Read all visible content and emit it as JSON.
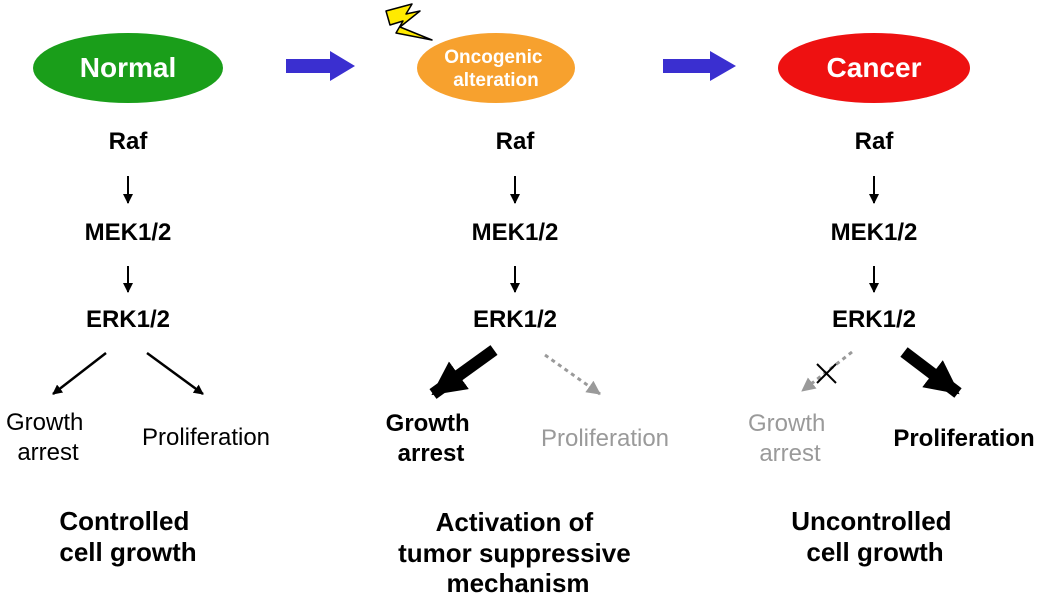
{
  "colors": {
    "normal": "#1a9e1a",
    "oncogenic": "#f7a12e",
    "cancer": "#ee1111",
    "transition_arrow": "#3a2fd0",
    "bolt": "#ffea00",
    "faded": "#9a9a9a",
    "text": "#000000"
  },
  "columns": [
    {
      "state_label": "Normal",
      "pathway": [
        "Raf",
        "MEK1/2",
        "ERK1/2"
      ],
      "outcome_left": [
        "Growth",
        "arrest"
      ],
      "outcome_right": [
        "Proliferation"
      ],
      "result": [
        "Controlled",
        "cell growth"
      ]
    },
    {
      "state_label": [
        "Oncogenic",
        "alteration"
      ],
      "pathway": [
        "Raf",
        "MEK1/2",
        "ERK1/2"
      ],
      "outcome_left": [
        "Growth",
        "arrest"
      ],
      "outcome_right": [
        "Proliferation"
      ],
      "result": [
        "Activation of",
        "tumor suppressive",
        "mechanism"
      ]
    },
    {
      "state_label": "Cancer",
      "pathway": [
        "Raf",
        "MEK1/2",
        "ERK1/2"
      ],
      "outcome_left": [
        "Growth",
        "arrest"
      ],
      "outcome_right": [
        "Proliferation"
      ],
      "result": [
        "Uncontrolled",
        "cell growth"
      ]
    }
  ],
  "icons": {
    "transition": "right-arrow-icon",
    "trigger": "lightning-bolt-icon",
    "blocked": "cross-mark-icon"
  }
}
